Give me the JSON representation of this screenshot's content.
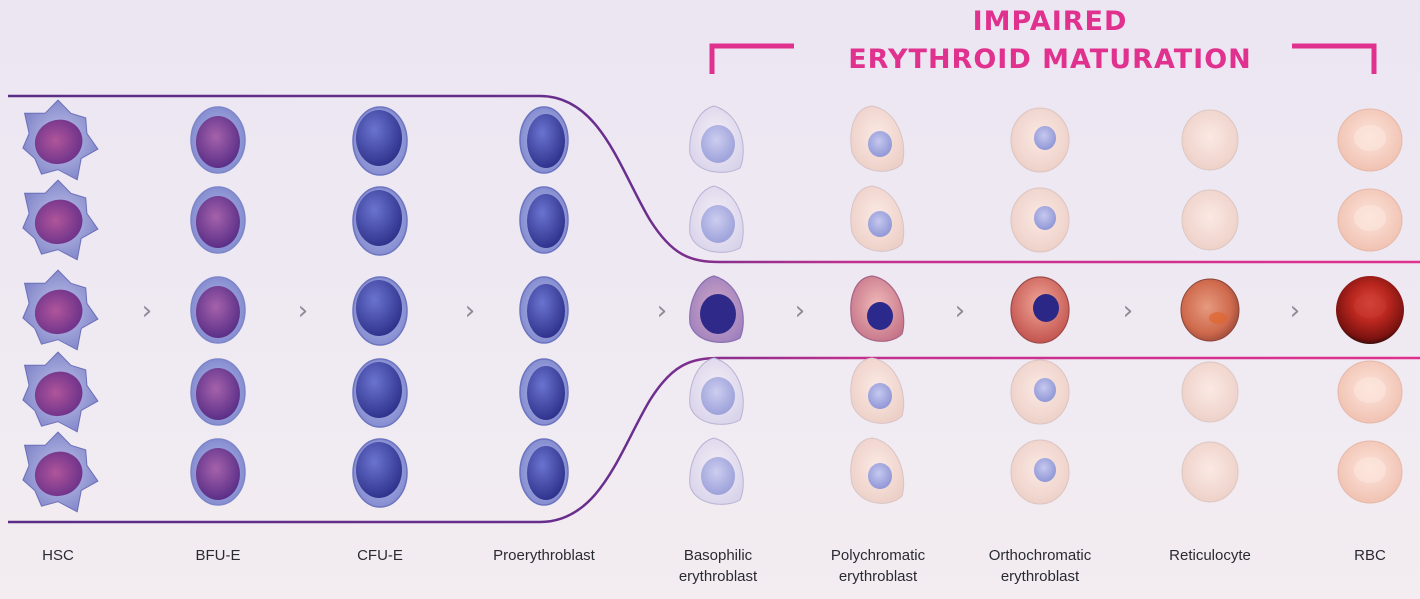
{
  "title": {
    "line1": "IMPAIRED",
    "line2": "ERYTHROID MATURATION"
  },
  "arrow_glyph": "›",
  "stages": [
    {
      "line1": "HSC",
      "line2": "",
      "cell": "hsc"
    },
    {
      "line1": "BFU-E",
      "line2": "",
      "cell": "bfu"
    },
    {
      "line1": "CFU-E",
      "line2": "",
      "cell": "cfu"
    },
    {
      "line1": "Proerythroblast",
      "line2": "",
      "cell": "pro"
    },
    {
      "line1": "Basophilic",
      "line2": "erythroblast",
      "cell": "baso"
    },
    {
      "line1": "Polychromatic",
      "line2": "erythroblast",
      "cell": "poly"
    },
    {
      "line1": "Orthochromatic",
      "line2": "erythroblast",
      "cell": "ortho"
    },
    {
      "line1": "Reticulocyte",
      "line2": "",
      "cell": "retic"
    },
    {
      "line1": "RBC",
      "line2": "",
      "cell": "rbc"
    }
  ],
  "rows": 5,
  "highlighted_row": 3,
  "colors": {
    "accent": "#e0318f",
    "progenitor_outline": "#5b2d86",
    "label_text": "#2a2a33",
    "arrow": "#8a8a98"
  }
}
